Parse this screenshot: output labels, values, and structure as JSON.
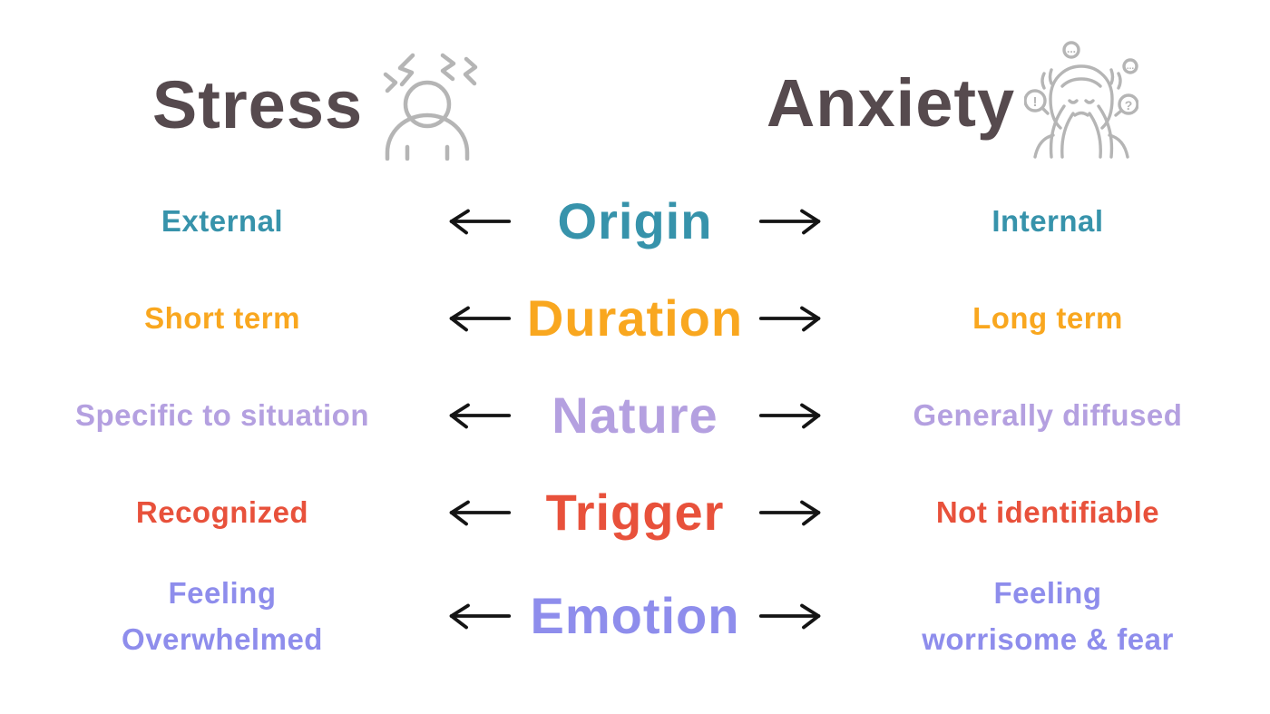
{
  "header": {
    "left_title": "Stress",
    "right_title": "Anxiety"
  },
  "colors": {
    "title": "#564a4e",
    "icon_gray": "#b5b5b5",
    "arrow": "#141414"
  },
  "icons": {
    "left": "stressed-person-icon",
    "right": "anxious-person-icon",
    "row_arrows": [
      "left-arrow-icon",
      "right-arrow-icon"
    ]
  },
  "rows": [
    {
      "category": "Origin",
      "stress_lines": [
        "External"
      ],
      "anxiety_lines": [
        "Internal"
      ],
      "color": "#3793ab"
    },
    {
      "category": "Duration",
      "stress_lines": [
        "Short term"
      ],
      "anxiety_lines": [
        "Long term"
      ],
      "color": "#f9a71f"
    },
    {
      "category": "Nature",
      "stress_lines": [
        "Specific to situation"
      ],
      "anxiety_lines": [
        "Generally diffused"
      ],
      "color": "#b4a0e0"
    },
    {
      "category": "Trigger",
      "stress_lines": [
        "Recognized"
      ],
      "anxiety_lines": [
        "Not identifiable"
      ],
      "color": "#e8513b"
    },
    {
      "category": "Emotion",
      "stress_lines": [
        "Feeling",
        "Overwhelmed"
      ],
      "anxiety_lines": [
        "Feeling",
        "worrisome & fear"
      ],
      "color": "#8e8dec"
    }
  ]
}
